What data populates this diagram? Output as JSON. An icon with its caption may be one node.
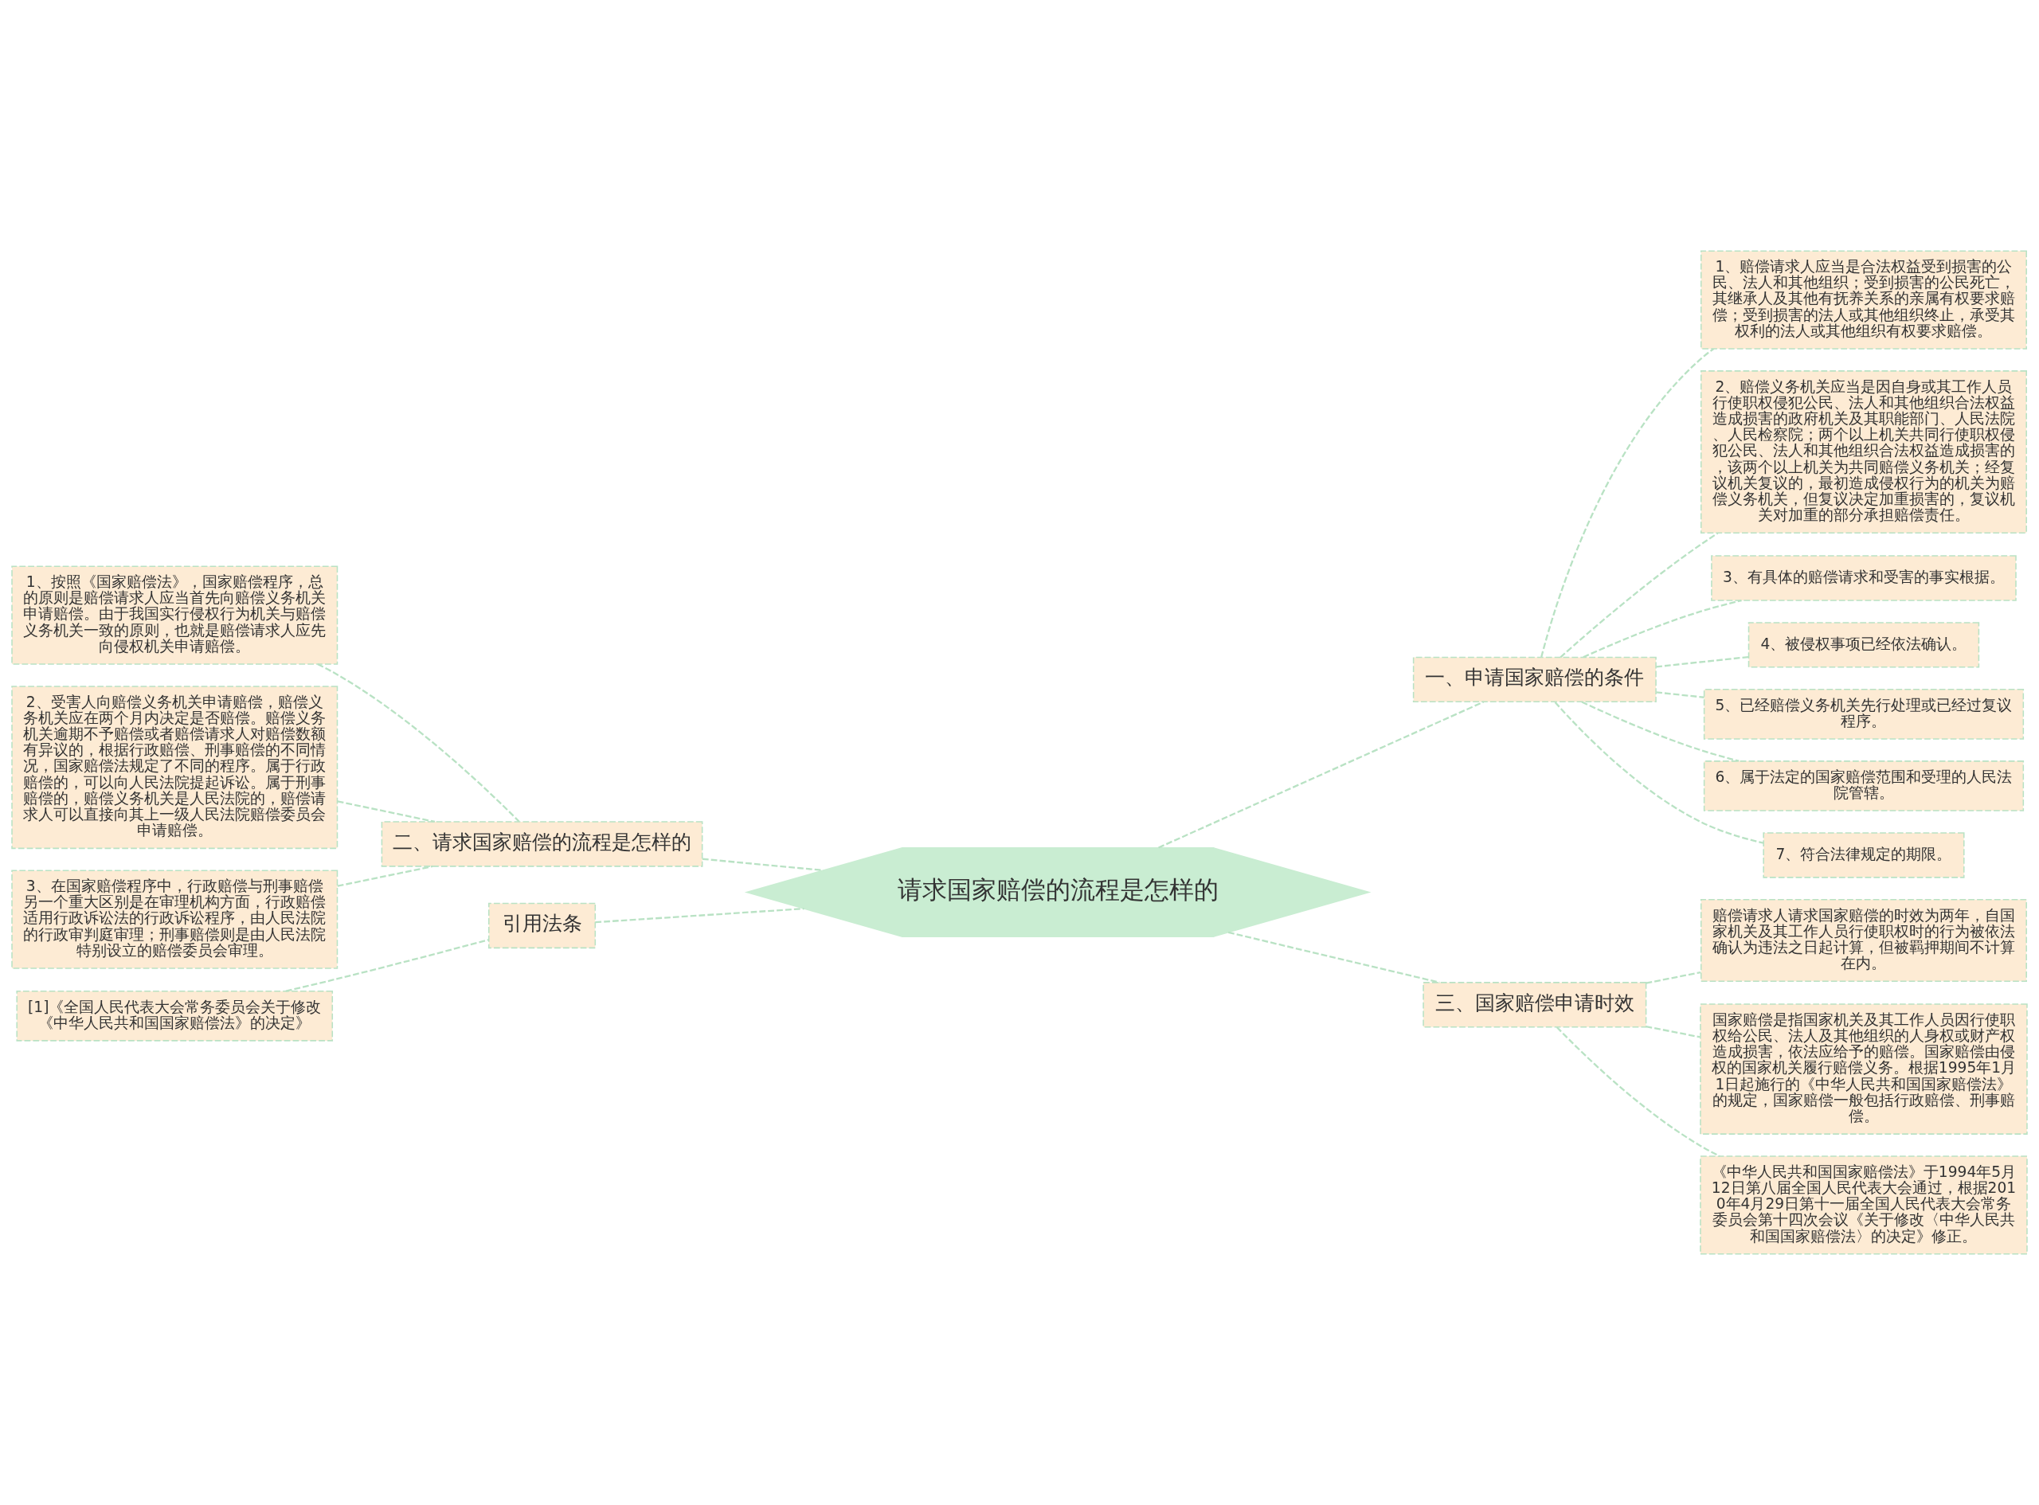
{
  "diagram": {
    "nodes": [
      {
        "text": [
          "请求国家赔偿的流程是怎样的"
        ]
      },
      {
        "text": [
          "一、申请国家赔偿的条件"
        ]
      },
      {
        "text": [
          "1、赔偿请求人应当是合法权益受到损害的公民、法人和其他组织；受到损害的公民死亡，其继承人及其他有抚养关系的亲属有权要求赔偿；受到损害的法人或其他组织终止，承受其权利的法人或其他组织有权要求赔偿。"
        ]
      },
      {
        "text": [
          "2、赔偿义务机关应当是因自身或其工作人员行使职权侵犯公民、法人和其他组织合法权益造成损害的政府机关及其职能部门、人民法院、人民检察院；两个以上机关共同行使职权侵犯公民、法人和其他组织合法权益造成损害的，该两个以上机关为共同赔偿义务机关；经复议机关复议的，最初造成侵权行为的机关为赔偿义务机关，但复议决定加重损害的，复议机关对加重的部分承担赔偿责任。"
        ]
      },
      {
        "text": [
          "3、有具体的赔偿请求和受害的事实根据。"
        ]
      },
      {
        "text": [
          "4、被侵权事项已经依法确认。"
        ]
      },
      {
        "text": [
          "5、已经赔偿义务机关先行处理或已经过复议程序。"
        ]
      },
      {
        "text": [
          "6、属于法定的国家赔偿范围和受理的人民法院管辖。"
        ]
      },
      {
        "text": [
          "7、符合法律规定的期限。"
        ]
      },
      {
        "text": [
          "三、国家赔偿申请时效"
        ]
      },
      {
        "text": [
          "赔偿请求人请求国家赔偿的时效为两年，自国家机关及其工作人员行使职权时的行为被依法确认为违法之日起计算，但被羁押期间不计算在内。"
        ]
      },
      {
        "text": [
          "国家赔偿是指国家机关及其工作人员因行使职权给公民、法人及其他组织的人身权或财产权造成损害，依法应给予的赔偿。国家赔偿由侵权的国家机关履行赔偿义务。根据1995年1月1日起施行的《中华人民共和国国家赔偿法》的规定，国家赔偿一般包括行政赔偿、刑事赔偿。"
        ]
      },
      {
        "text": [
          "《中华人民共和国国家赔偿法》于1994年5月12日第八届全国人民代表大会通过，根据2010年4月29日第十一届全国人民代表大会常务委员会第十四次会议《关于修改〈中华人民共和国国家赔偿法〉的决定》修正。"
        ]
      },
      {
        "text": [
          "二、请求国家赔偿的流程是怎样的"
        ]
      },
      {
        "text": [
          "1、按照《国家赔偿法》，国家赔偿程序，总的原则是赔偿请求人应当首先向赔偿义务机关申请赔偿。由于我国实行侵权行为机关与赔偿义务机关一致的原则，也就是赔偿请求人应先向侵权机关申请赔偿。"
        ]
      },
      {
        "text": [
          "2、受害人向赔偿义务机关申请赔偿，赔偿义务机关应在两个月内决定是否赔偿。赔偿义务机关逾期不予赔偿或者赔偿请求人对赔偿数额有异议的，根据行政赔偿、刑事赔偿的不同情况，国家赔偿法规定了不同的程序。属于行政赔偿的，可以向人民法院提起诉讼。属于刑事赔偿的，赔偿义务机关是人民法院的，赔偿请求人可以直接向其上一级人民法院赔偿委员会申请赔偿。"
        ]
      },
      {
        "text": [
          "3、在国家赔偿程序中，行政赔偿与刑事赔偿另一个重大区别是在审理机构方面，行政赔偿适用行政诉讼法的行政诉讼程序，由人民法院的行政审判庭审理；刑事赔偿则是由人民法院特别设立的赔偿委员会审理。"
        ]
      },
      {
        "text": [
          "引用法条"
        ]
      },
      {
        "text": [
          "[1]《全国人民代表大会常务委员会关于修改《中华人民共和国国家赔偿法》的决定》"
        ]
      }
    ],
    "edges": [
      {
        "from": 0,
        "to": 1,
        "arrow": "none"
      },
      {
        "from": 1,
        "to": 2,
        "arrow": "none"
      },
      {
        "from": 1,
        "to": 3,
        "arrow": "none"
      },
      {
        "from": 1,
        "to": 4,
        "arrow": "none"
      },
      {
        "from": 1,
        "to": 5,
        "arrow": "none"
      },
      {
        "from": 1,
        "to": 6,
        "arrow": "none"
      },
      {
        "from": 1,
        "to": 7,
        "arrow": "none"
      },
      {
        "from": 1,
        "to": 8,
        "arrow": "none"
      },
      {
        "from": 0,
        "to": 9,
        "arrow": "none"
      },
      {
        "from": 9,
        "to": 10,
        "arrow": "none"
      },
      {
        "from": 9,
        "to": 11,
        "arrow": "none"
      },
      {
        "from": 9,
        "to": 12,
        "arrow": "none"
      },
      {
        "from": 0,
        "to": 13,
        "arrow": "none"
      },
      {
        "from": 13,
        "to": 14,
        "arrow": "none"
      },
      {
        "from": 13,
        "to": 15,
        "arrow": "none"
      },
      {
        "from": 13,
        "to": 16,
        "arrow": "none"
      },
      {
        "from": 0,
        "to": 17,
        "arrow": "none"
      },
      {
        "from": 17,
        "to": 18,
        "arrow": "none"
      }
    ]
  }
}
